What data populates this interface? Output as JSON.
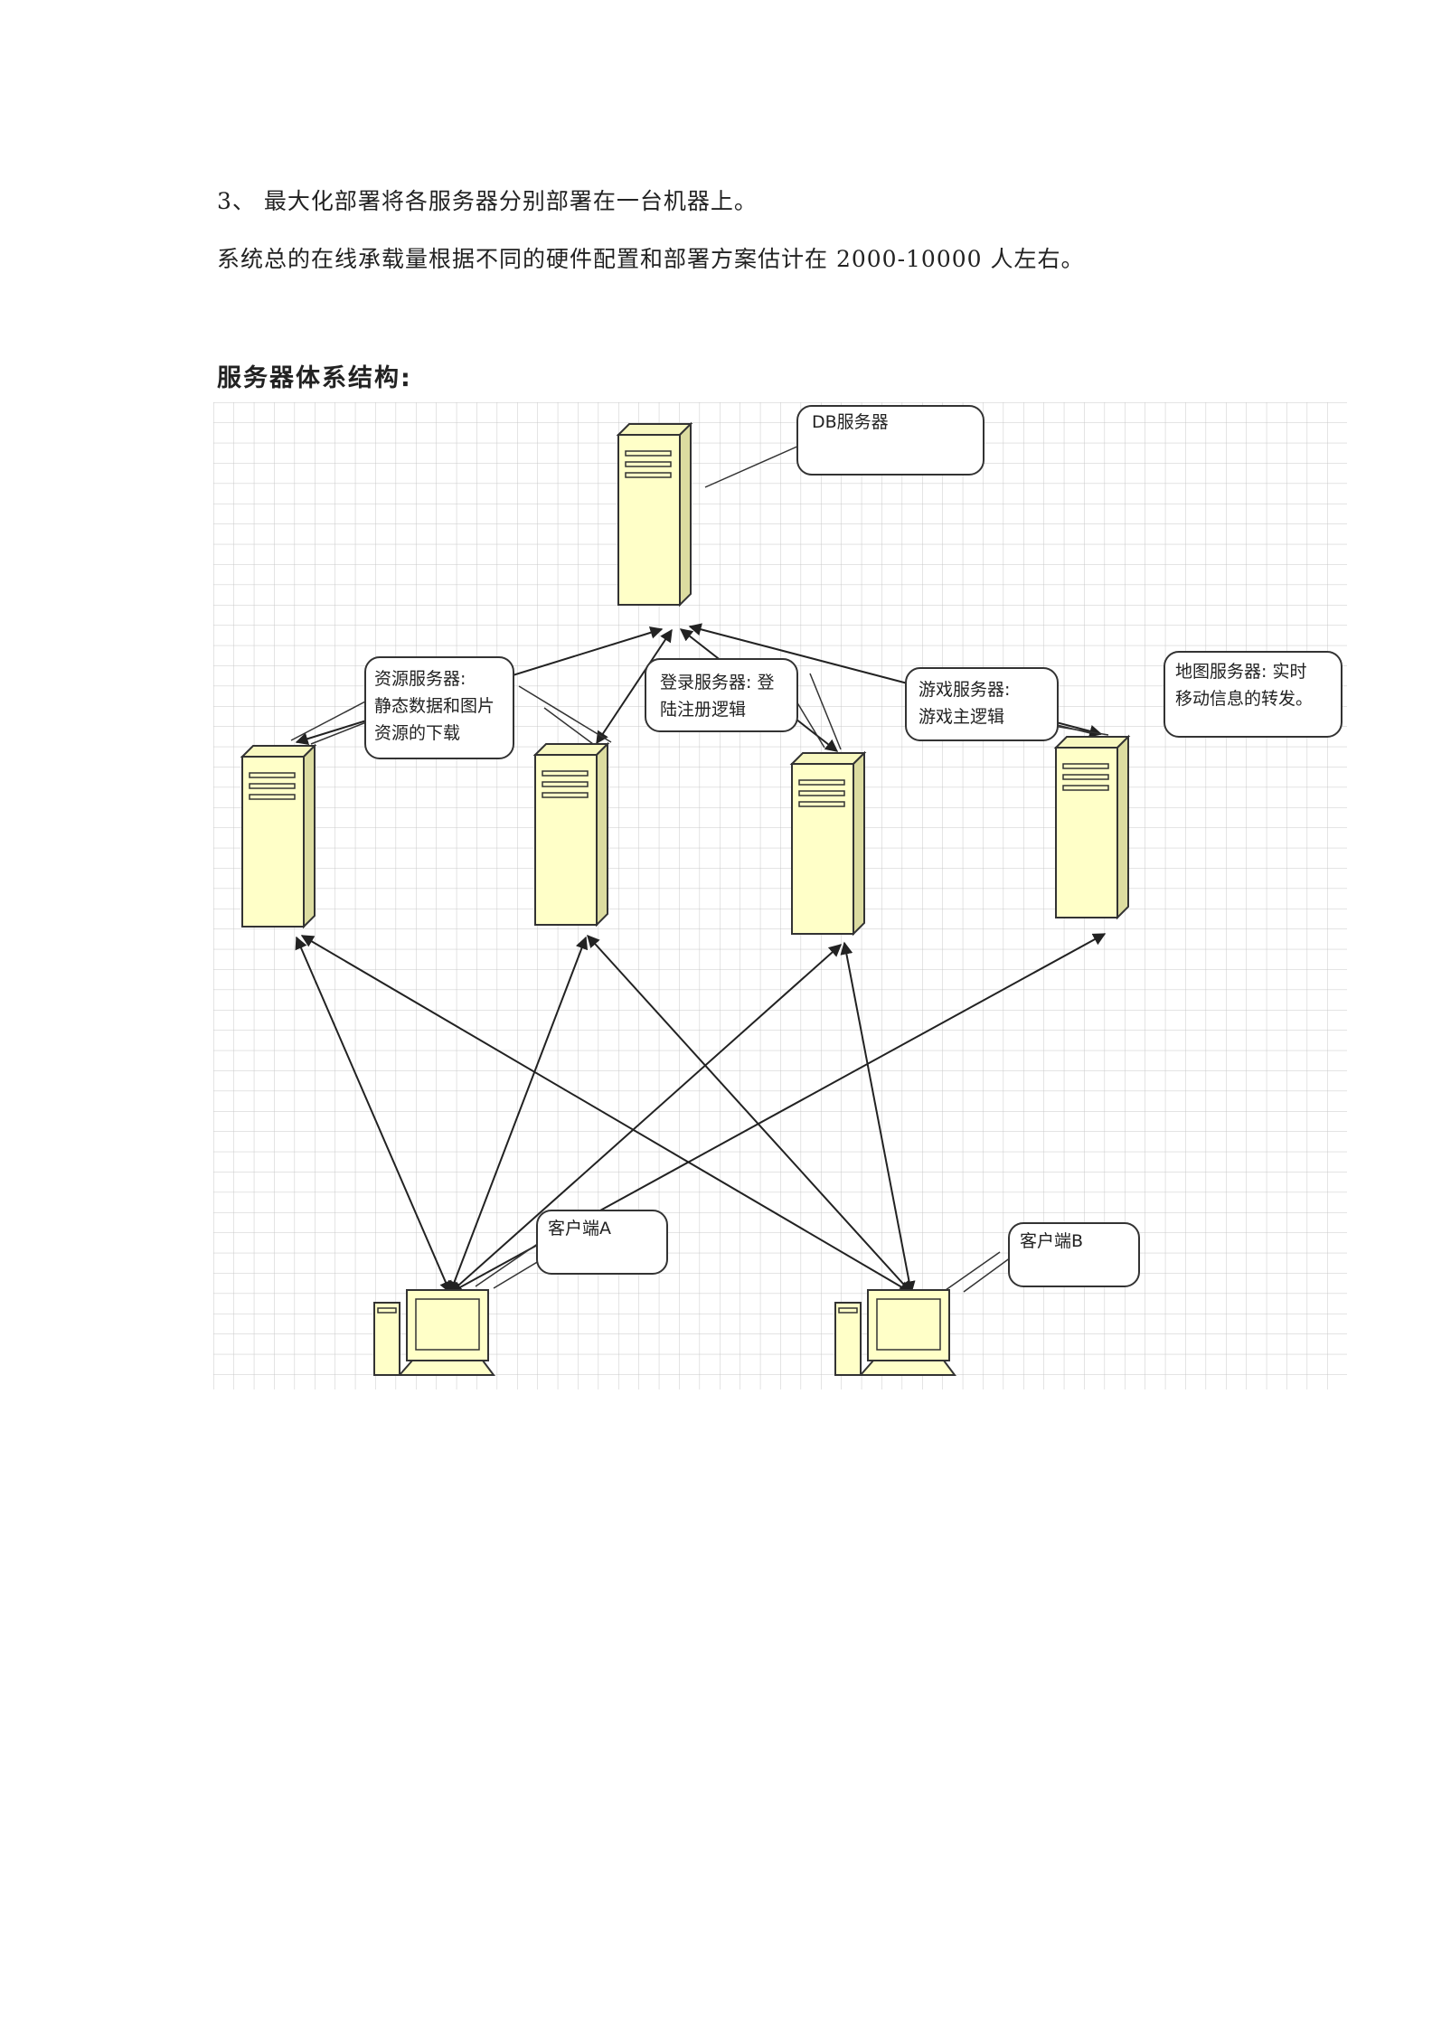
{
  "paragraphs": {
    "item3": "3、 最大化部署将各服务器分别部署在一台机器上。",
    "capacity": "系统总的在线承载量根据不同的硬件配置和部署方案估计在 2000-10000 人左右。"
  },
  "section_heading": "服务器体系结构:",
  "diagram": {
    "db_label": "DB服务器",
    "resource_label": [
      "资源服务器:",
      "静态数据和图片",
      "资源的下载"
    ],
    "login_label": [
      "登录服务器: 登",
      "陆注册逻辑"
    ],
    "game_label": [
      "游戏服务器:",
      "游戏主逻辑"
    ],
    "map_label": [
      "地图服务器: 实时",
      "移动信息的转发。"
    ],
    "client_a_label": "客户端A",
    "client_b_label": "客户端B",
    "colors": {
      "server_fill": "#ffffc8",
      "grid": "#c8c8c8",
      "stroke": "#333333"
    }
  }
}
